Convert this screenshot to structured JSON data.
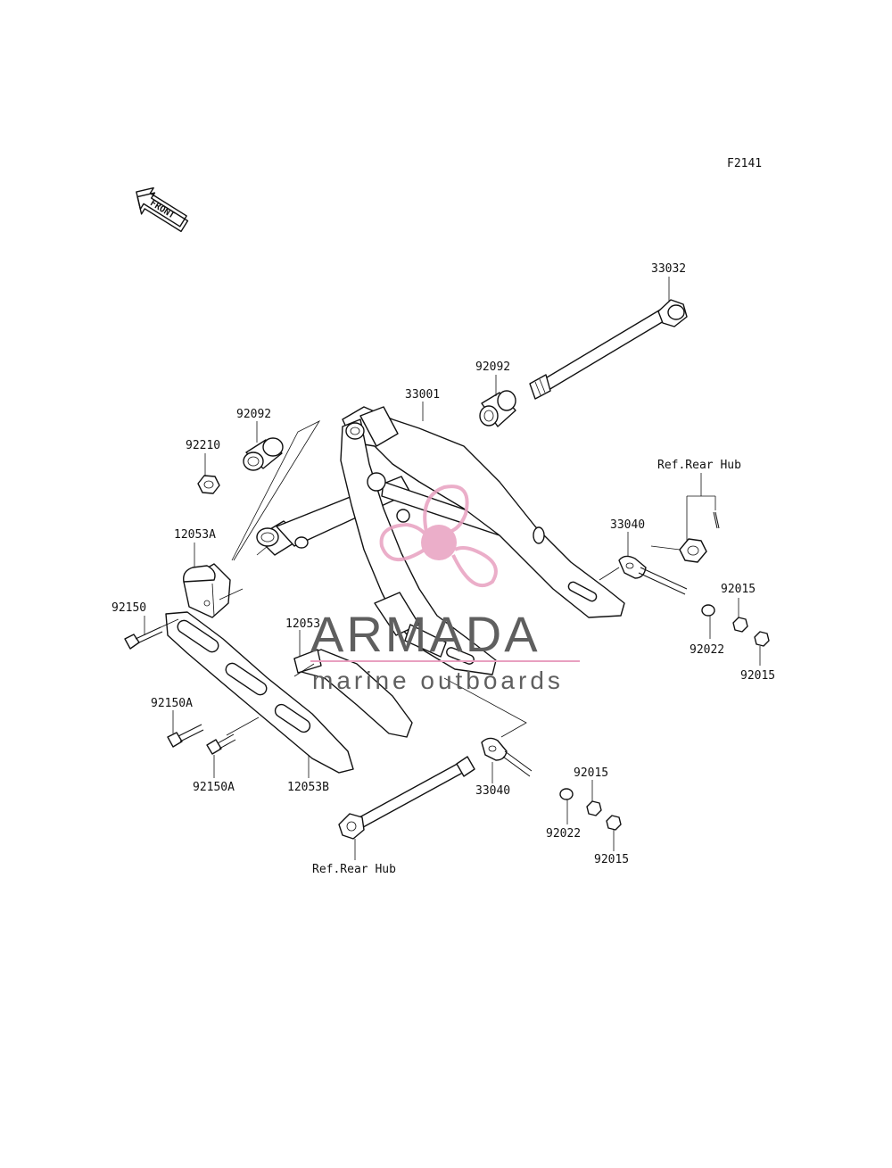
{
  "figure_code": "F2141",
  "front_label": "FRONT",
  "labels": {
    "p33032": "33032",
    "p92092_right": "92092",
    "p33001": "33001",
    "p92092_left": "92092",
    "p92210": "92210",
    "ref_rear_hub_top": "Ref.Rear Hub",
    "p12053a": "12053A",
    "p33040_top": "33040",
    "p92015_a": "92015",
    "p92150": "92150",
    "p12053": "12053",
    "p92022_top": "92022",
    "p92015_b": "92015",
    "p92150a_top": "92150A",
    "p92150a_bottom": "92150A",
    "p12053b": "12053B",
    "p33040_bottom": "33040",
    "p92015_c": "92015",
    "p92022_bottom": "92022",
    "p92015_d": "92015",
    "ref_rear_hub_bottom": "Ref.Rear Hub"
  },
  "watermark": {
    "brand": "ARMADA",
    "tagline": "marine outboards",
    "accent_color": "#e8a0c0",
    "text_color": "#5f5f5f"
  }
}
